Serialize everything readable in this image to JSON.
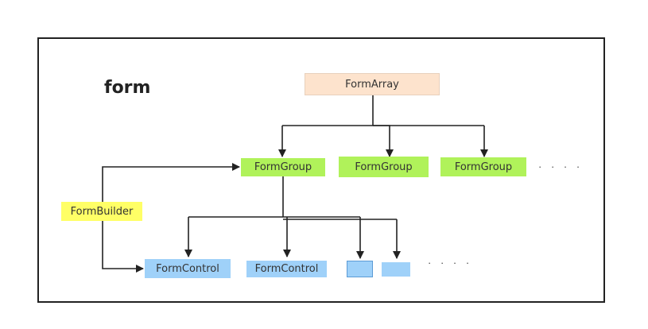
{
  "diagram": {
    "title": "form",
    "form_array": {
      "label": "FormArray"
    },
    "form_groups": [
      {
        "label": "FormGroup"
      },
      {
        "label": "FormGroup"
      },
      {
        "label": "FormGroup"
      }
    ],
    "form_builder": {
      "label": "FormBuilder"
    },
    "form_controls": [
      {
        "label": "FormControl"
      },
      {
        "label": "FormControl"
      },
      {
        "label": ""
      },
      {
        "label": ""
      }
    ],
    "ellipsis": "· · · ·",
    "colors": {
      "form_array": "#fde3cd",
      "form_group": "#b0f25a",
      "form_builder": "#ffff66",
      "form_control": "#9fd1f9",
      "line": "#222222"
    }
  }
}
